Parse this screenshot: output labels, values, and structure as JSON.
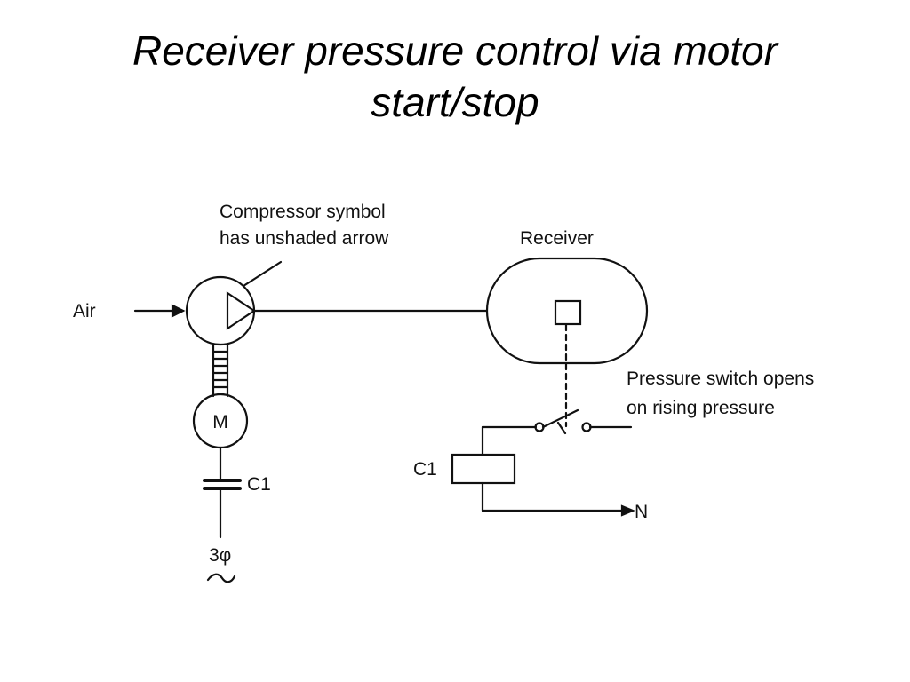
{
  "title": {
    "line1": "Receiver pressure control via motor",
    "line2": "start/stop"
  },
  "diagram": {
    "labels": {
      "compressor_note_line1": "Compressor symbol",
      "compressor_note_line2": "has unshaded arrow",
      "receiver": "Receiver",
      "air": "Air",
      "motor": "M",
      "contactor_left": "C1",
      "supply": "3φ",
      "supply_symbol": "~",
      "switch_note_line1": "Pressure switch opens",
      "switch_note_line2": "on rising pressure",
      "coil": "C1",
      "neutral": "N"
    },
    "icons": {
      "compressor": "compressor-icon",
      "motor": "motor-icon",
      "receiver": "receiver-tank-icon",
      "pressure_switch": "pressure-switch-icon",
      "coil": "relay-coil-icon"
    }
  }
}
